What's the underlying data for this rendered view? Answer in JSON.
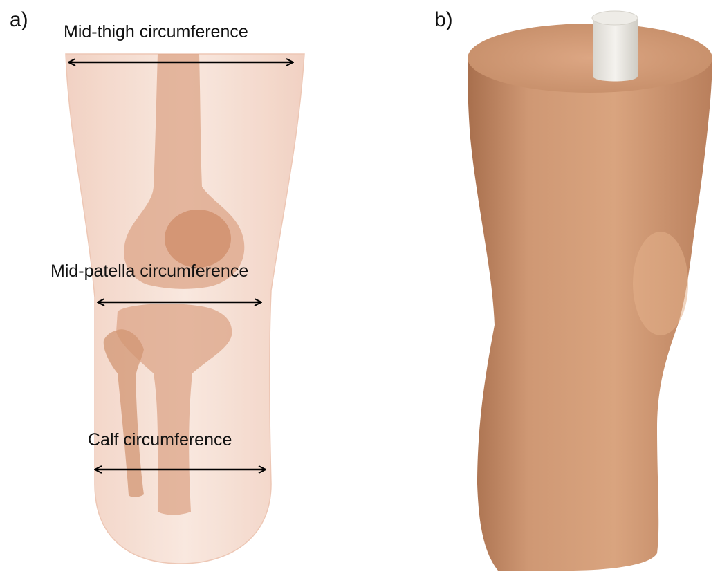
{
  "panel_a": {
    "label": "a)",
    "measurements": {
      "mid_thigh": "Mid-thigh circumference",
      "mid_patella": "Mid-patella circumference",
      "calf": "Calf circumference"
    }
  },
  "panel_b": {
    "label": "b)"
  },
  "colors": {
    "limb_shell": "#f3d2c2",
    "bone": "#dca487",
    "patella": "#d08e6c",
    "foam_model": "#c98f69",
    "pylon": "#e8e6e0",
    "arrow": "#000000"
  }
}
